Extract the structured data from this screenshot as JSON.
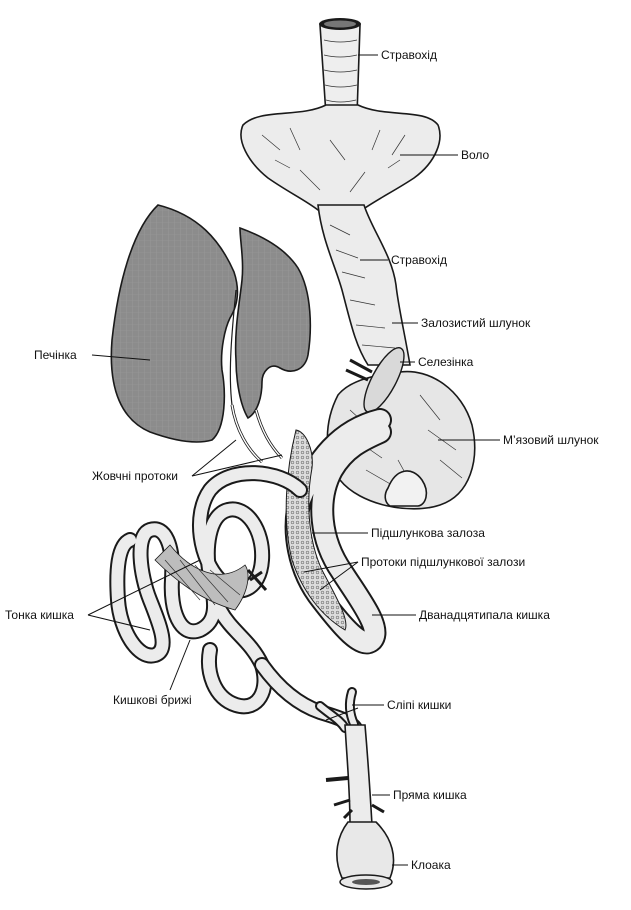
{
  "labels": {
    "esophagus_top": "Стравохід",
    "crop": "Воло",
    "esophagus_lower": "Стравохід",
    "proventriculus": "Залозистий шлунок",
    "spleen": "Селезінка",
    "gizzard": "М’язовий шлунок",
    "liver": "Печінка",
    "bile_ducts": "Жовчні протоки",
    "pancreas": "Підшлункова залоза",
    "pancreatic_ducts": "Протоки підшлункової залози",
    "duodenum": "Дванадцятипала кишка",
    "small_intestine": "Тонка кишка",
    "mesentery": "Кишкові брижі",
    "ceca": "Сліпі кишки",
    "rectum": "Пряма кишка",
    "cloaca": "Клоака"
  },
  "colors": {
    "liver_fill": "#8c8c8c",
    "organ_fill": "#ececec",
    "spleen_fill": "#d9d9d9",
    "pancreas_fill": "#d4d4d4",
    "outline": "#1a1a1a"
  }
}
